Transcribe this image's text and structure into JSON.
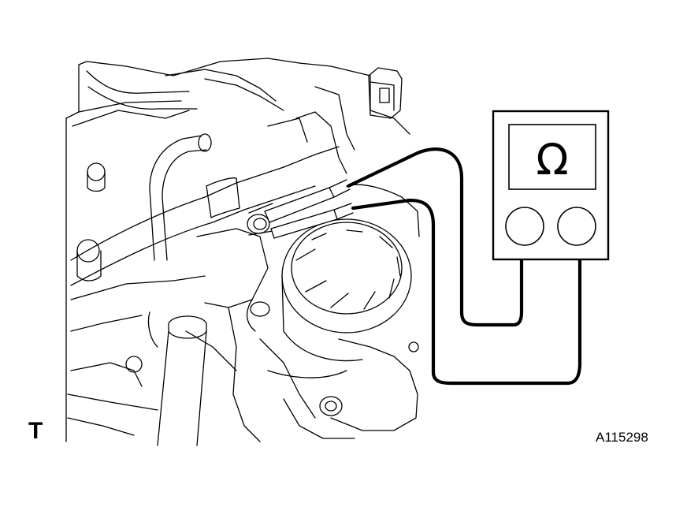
{
  "figure": {
    "corner_label": "T",
    "figure_id": "A115298",
    "meter_symbol": "Ω",
    "icons": [
      "engine-illustration",
      "ohmmeter-icon",
      "probe-leads",
      "connector-terminal"
    ]
  }
}
